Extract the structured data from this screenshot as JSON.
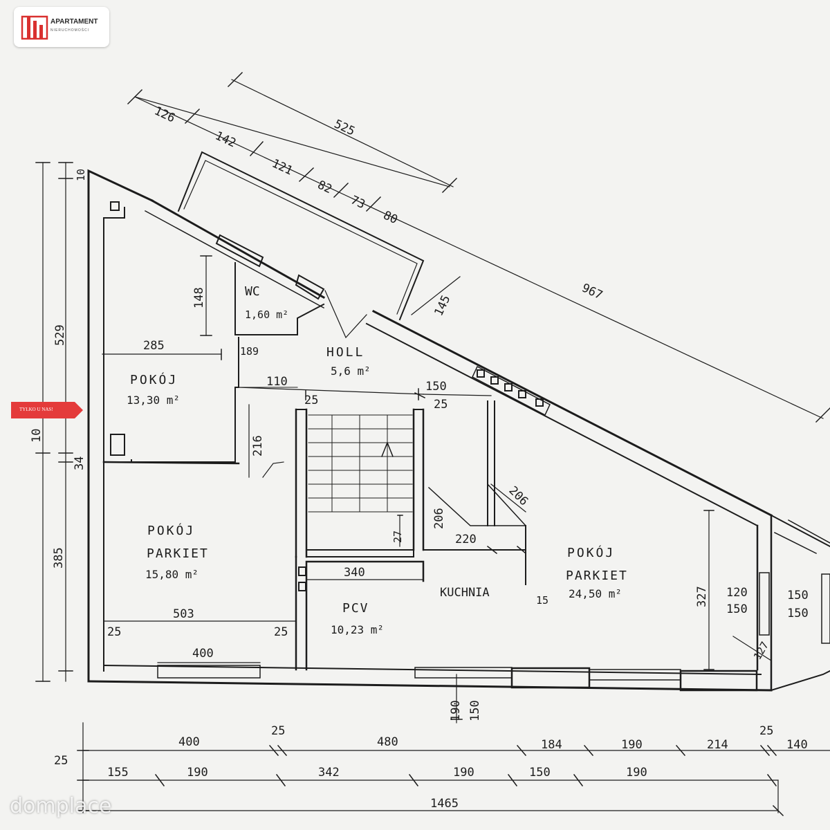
{
  "brand": {
    "name": "APARTAMENT",
    "subtitle": "NIERUCHOMOŚCI",
    "badge": "TYLKO U NAS!",
    "watermark": "domplace",
    "ribbon_color": "#e43b3b",
    "logo_color": "#d9302f"
  },
  "rooms": {
    "wc": {
      "name": "WC",
      "area": "1,60 m²"
    },
    "holl": {
      "name": "HOLL",
      "area": "5,6 m²"
    },
    "pokoj1": {
      "name": "POKÓJ",
      "area": "13,30 m²"
    },
    "pokoj2": {
      "name": "POKÓJ",
      "floor": "PARKIET",
      "area": "15,80 m²"
    },
    "kuchnia": {
      "name": "KUCHNIA",
      "floor": "PCV",
      "area": "10,23 m²"
    },
    "pokoj3": {
      "name": "POKÓJ",
      "floor": "PARKIET",
      "area": "24,50 m²"
    }
  },
  "dimensions": {
    "top_126": "126",
    "top_142": "142",
    "top_121": "121",
    "top_82": "82",
    "top_73": "73",
    "top_80": "80",
    "top_525": "525",
    "top_967": "967",
    "d_145": "145",
    "d_148": "148",
    "d_189": "189",
    "d_285": "285",
    "d_110": "110",
    "d_150a": "150",
    "d_25a": "25",
    "d_25b": "25",
    "d_216": "216",
    "d_206a": "206",
    "d_206b": "206",
    "d_220": "220",
    "d_27": "27",
    "d_340": "340",
    "d_15": "15",
    "d_503": "503",
    "d_25c": "25",
    "d_25d": "25",
    "d_400a": "400",
    "d_327": "327",
    "d_120": "120",
    "d_150b": "150",
    "d_150c": "150",
    "d_150d": "150",
    "d_127": "127",
    "d_190v": "190",
    "d_150v": "150",
    "left_10top": "10",
    "left_529": "529",
    "left_10": "10",
    "left_34": "34",
    "left_385": "385",
    "b1_400": "400",
    "b1_25": "25",
    "b1_480": "480",
    "b1_184": "184",
    "b1_190": "190",
    "b1_214": "214",
    "b1_25b": "25",
    "b1_140": "140",
    "b_25left": "25",
    "b2_155": "155",
    "b2_190": "190",
    "b2_342": "342",
    "b2_190b": "190",
    "b2_150": "150",
    "b2_190c": "190",
    "total": "1465"
  }
}
